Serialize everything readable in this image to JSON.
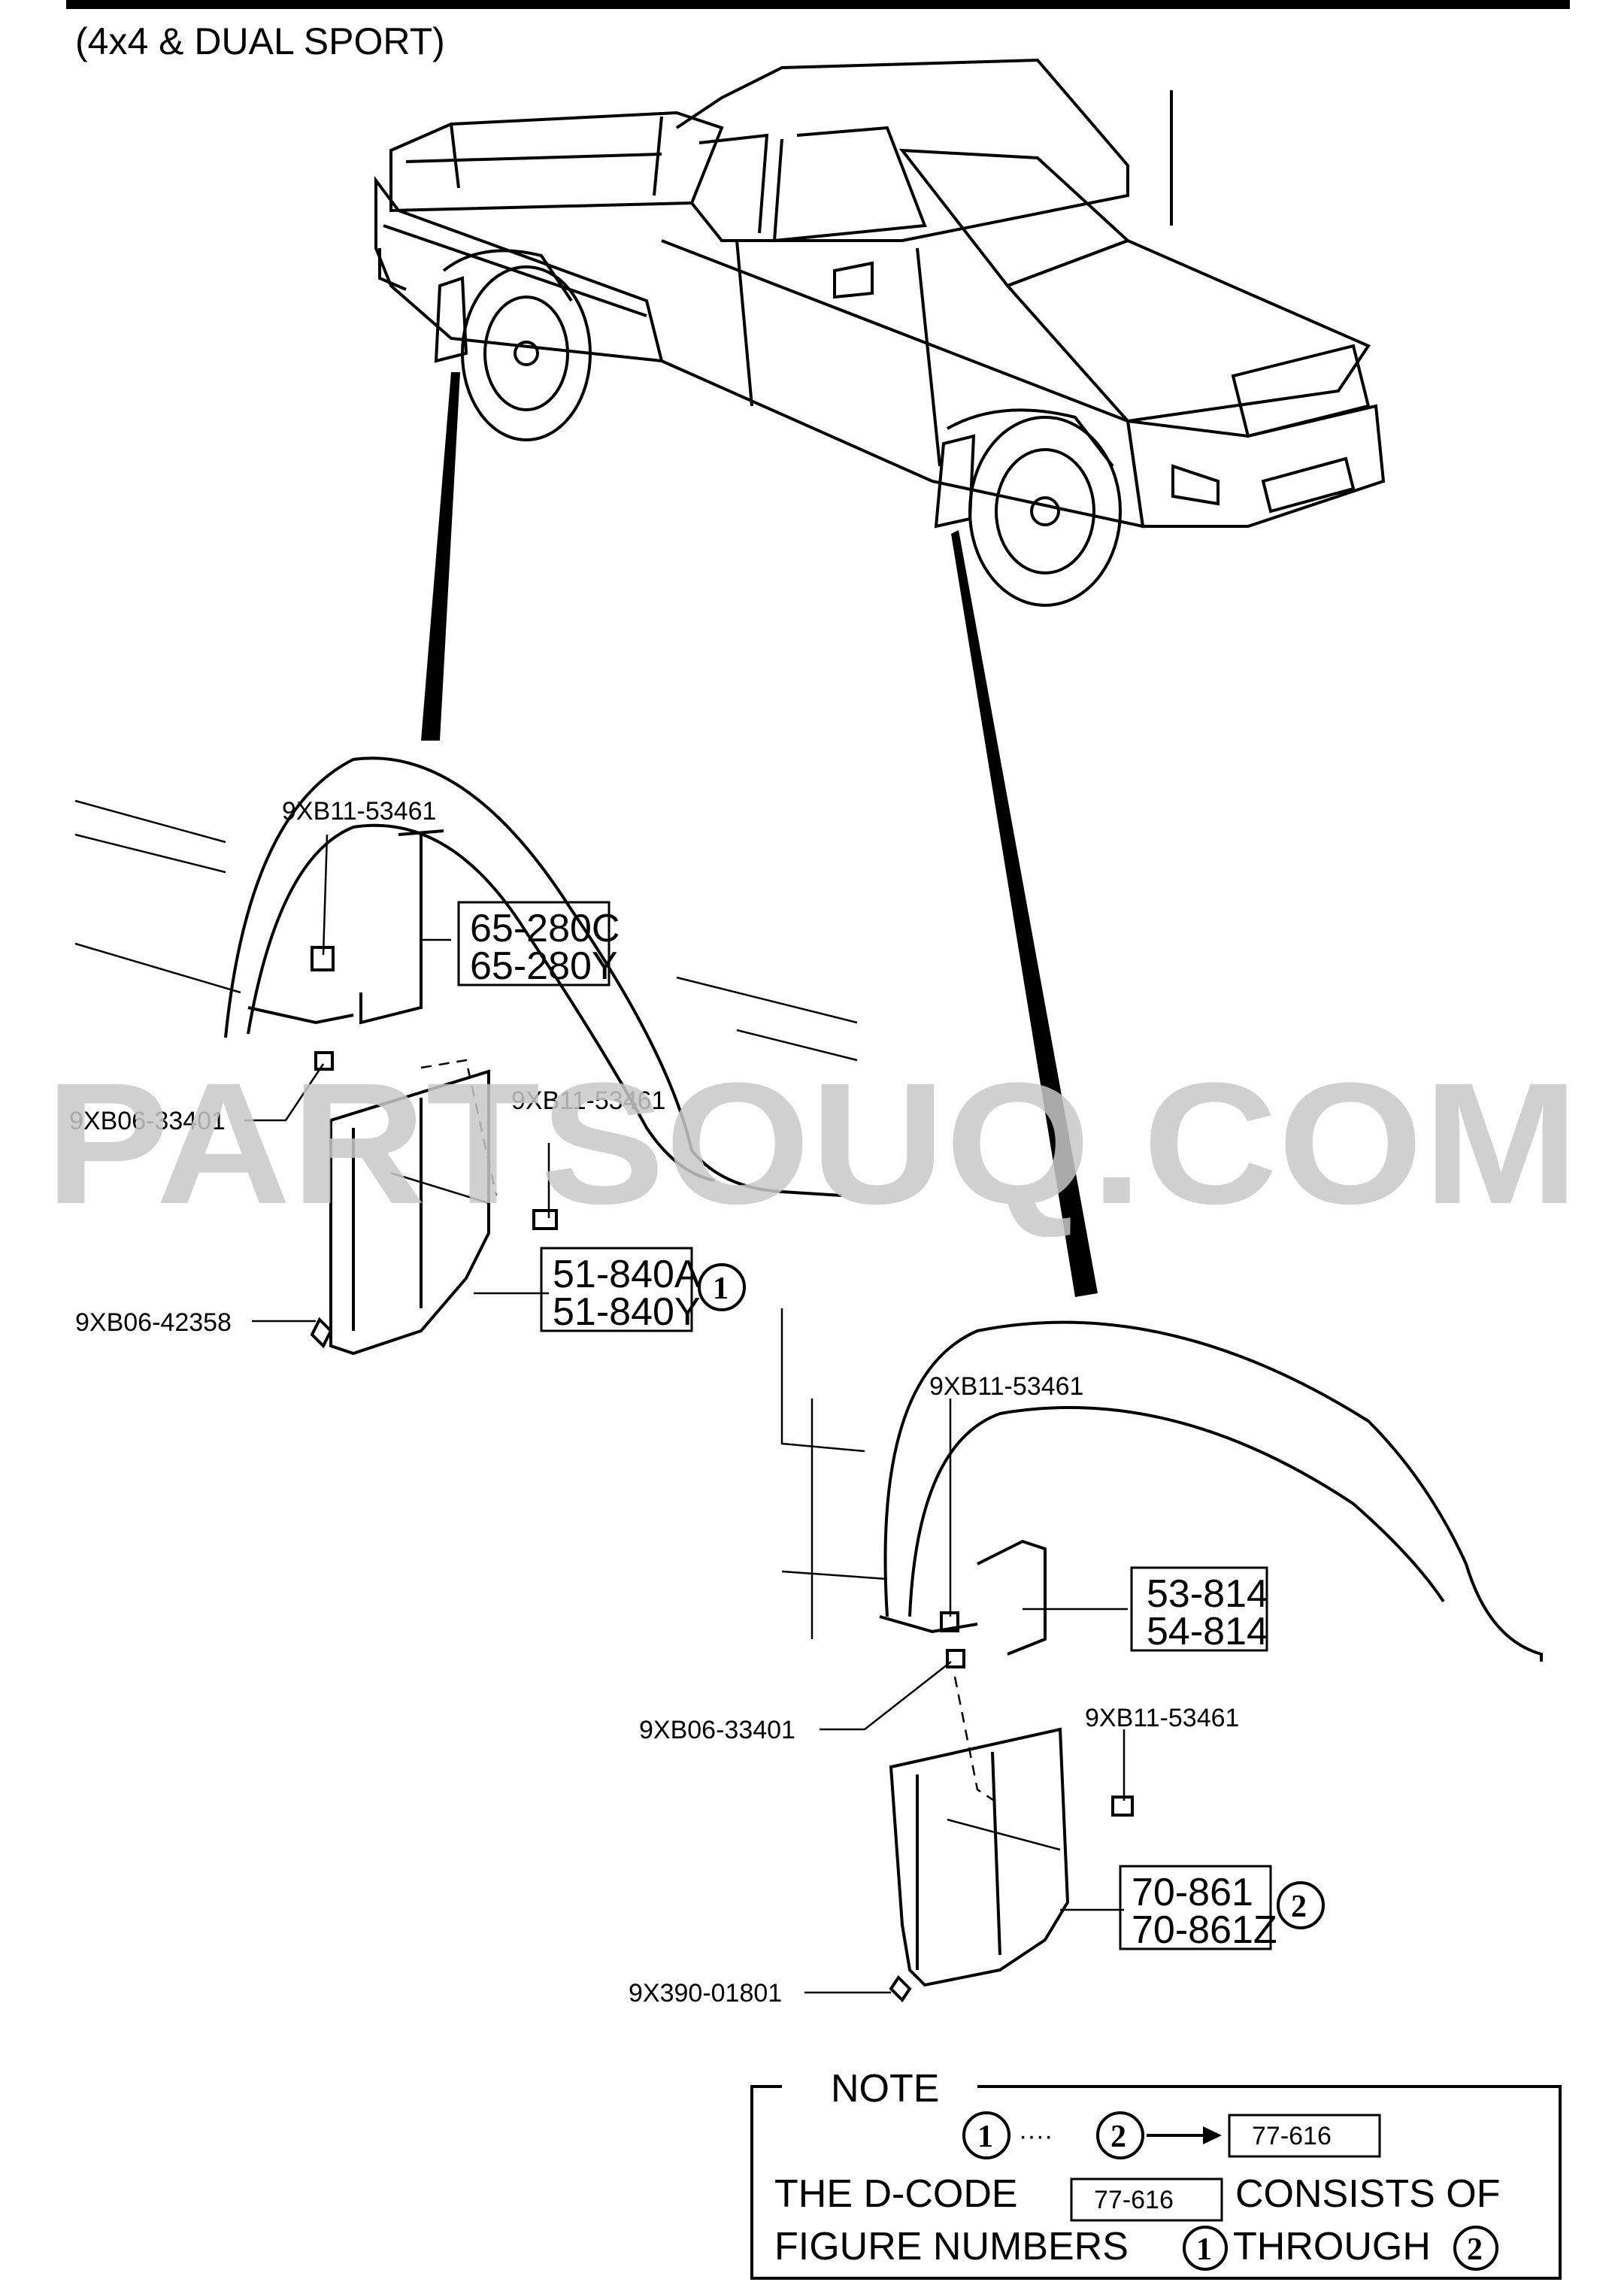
{
  "title": "(4x4 & DUAL SPORT)",
  "watermark": "PARTSOUQ.COM",
  "rear_assembly": {
    "bolt_top": "9XB11-53461",
    "fender_flare_codes": [
      "65-280C",
      "65-280Y"
    ],
    "clip_left": "9XB06-33401",
    "bolt_right": "9XB11-53461",
    "mudflap_codes": [
      "51-840A",
      "51-840Y"
    ],
    "mudflap_ref": "1",
    "screw_bottom": "9XB06-42358"
  },
  "front_assembly": {
    "bolt_top": "9XB11-53461",
    "bracket_codes": [
      "53-814",
      "54-814"
    ],
    "clip_left": "9XB06-33401",
    "bolt_right": "9XB11-53461",
    "mudflap_codes": [
      "70-861",
      "70-861Z"
    ],
    "mudflap_ref": "2",
    "screw_bottom": "9X390-01801"
  },
  "note": {
    "heading": "NOTE",
    "range_from": "1",
    "dots": "····",
    "range_to": "2",
    "dcode": "77-616",
    "line1_before": "THE D-CODE",
    "line1_code": "77-616",
    "line1_after": "CONSISTS OF",
    "line2_before": "FIGURE NUMBERS",
    "line2_from": "1",
    "line2_mid": "THROUGH",
    "line2_to": "2"
  }
}
